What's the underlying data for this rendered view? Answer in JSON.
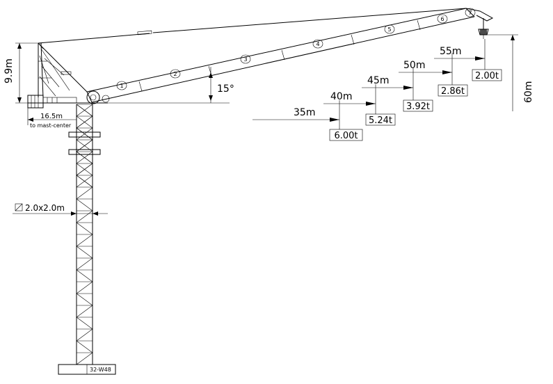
{
  "diagram": {
    "jib_segment_numbers": [
      "1",
      "2",
      "3",
      "4",
      "5",
      "6",
      "7"
    ],
    "dimensions": {
      "top_height": "9.9m",
      "jib_angle": "15°",
      "counter_jib_length": "16.5m",
      "counter_jib_note": "to mast-center",
      "mast_section": "2.0x2.0m",
      "hook_height": "60m",
      "mast_base_label": "32-W48"
    },
    "load_points": [
      {
        "radius": "35m",
        "load": "6.00t"
      },
      {
        "radius": "40m",
        "load": "5.24t"
      },
      {
        "radius": "45m",
        "load": "3.92t"
      },
      {
        "radius": "50m",
        "load": "2.86t"
      },
      {
        "radius": "55m",
        "load": "2.00t"
      }
    ]
  }
}
